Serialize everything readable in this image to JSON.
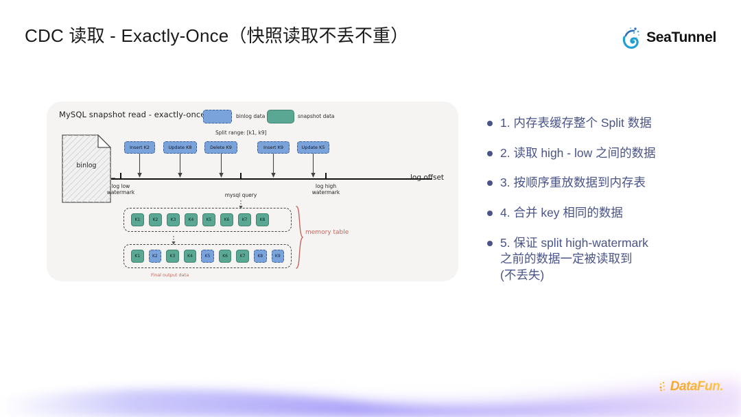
{
  "slide": {
    "title": "CDC 读取 - Exactly-Once（快照读取不丢不重）"
  },
  "brand": {
    "seatunnel_name": "SeaTunnel",
    "datafun_name": "DataFun.",
    "accent_blue": "#7ba3db",
    "accent_green": "#5aa894",
    "bullet_color": "#4a5488",
    "datafun_orange": "#f6a623",
    "wave_purple": "#9b8ef5"
  },
  "diagram": {
    "title": "MySQL snapshot read - exactly-once",
    "legend": [
      {
        "label": "binlog data",
        "color": "#7ba3db",
        "style": "dashed"
      },
      {
        "label": "snapshot data",
        "color": "#5aa894",
        "style": "solid"
      }
    ],
    "split_range": "Split range: [k1, k9]",
    "source_label": "binlog",
    "events": [
      {
        "label": "Insert K2"
      },
      {
        "label": "Update K8"
      },
      {
        "label": "Delete K9"
      },
      {
        "label": "Insert K9"
      },
      {
        "label": "Update K5"
      }
    ],
    "axis_label": "log offset",
    "timeline_marks": [
      {
        "label": "log low\nwatermark"
      },
      {
        "label": "mysql query"
      },
      {
        "label": "log high\nwatermark"
      }
    ],
    "memory_table_label": "memory\ntable",
    "final_output_label": "Final output data",
    "snapshot_row": [
      {
        "key": "K1",
        "kind": "green"
      },
      {
        "key": "K2",
        "kind": "green"
      },
      {
        "key": "K3",
        "kind": "green"
      },
      {
        "key": "K4",
        "kind": "green"
      },
      {
        "key": "K5",
        "kind": "green"
      },
      {
        "key": "K6",
        "kind": "green"
      },
      {
        "key": "K7",
        "kind": "green"
      },
      {
        "key": "K8",
        "kind": "green"
      }
    ],
    "output_row": [
      {
        "key": "K1",
        "kind": "green"
      },
      {
        "key": "K2",
        "kind": "blue"
      },
      {
        "key": "K3",
        "kind": "green"
      },
      {
        "key": "K4",
        "kind": "green"
      },
      {
        "key": "K5",
        "kind": "blue"
      },
      {
        "key": "K6",
        "kind": "green"
      },
      {
        "key": "K7",
        "kind": "green"
      },
      {
        "key": "K8",
        "kind": "blue"
      },
      {
        "key": "K9",
        "kind": "blue"
      }
    ]
  },
  "bullets": [
    {
      "text": "1. 内存表缓存整个 Split 数据"
    },
    {
      "text": "2. 读取 high - low 之间的数据"
    },
    {
      "text": "3. 按顺序重放数据到内存表"
    },
    {
      "text": "4. 合并 key 相同的数据"
    },
    {
      "text": "5. 保证 split high-watermark\n之前的数据一定被读取到\n(不丢失)"
    }
  ]
}
